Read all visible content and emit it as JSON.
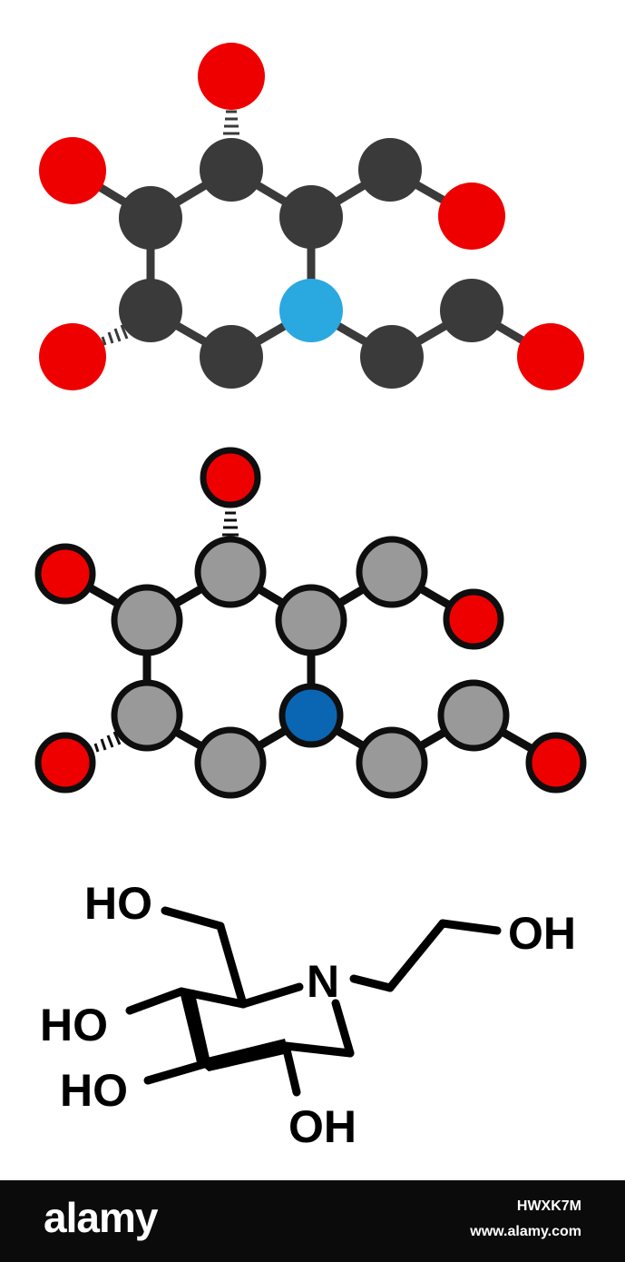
{
  "colors": {
    "background": "#ffffff",
    "carbon_dark": "#3a3a3a",
    "oxygen": "#ee0000",
    "nitrogen_light": "#2aa8e0",
    "carbon_light": "#999999",
    "nitrogen_dark": "#0a66b3",
    "outline": "#0e0e0e",
    "footer": "#0b0b0b"
  },
  "structure": {
    "labels": {
      "ho_top": "HO",
      "oh_right": "OH",
      "n": "N",
      "ho_mid": "HO",
      "ho_low": "HO",
      "oh_bottom": "OH"
    }
  },
  "footer": {
    "logo": "alamy",
    "image_id": "HWXK7M",
    "site": "www.alamy.com"
  }
}
